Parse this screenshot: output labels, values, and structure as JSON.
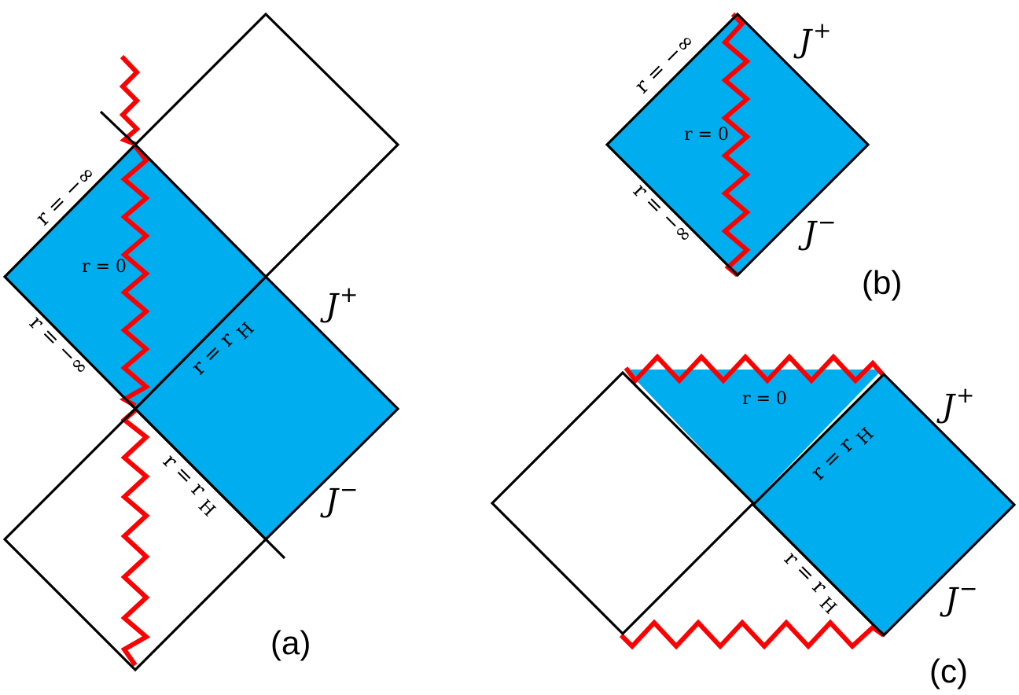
{
  "colors": {
    "region": "#00aeef",
    "singularity": "#ff0000",
    "lines": "#000000"
  },
  "diagram_a": {
    "caption": "(a)",
    "r_0": "r = 0",
    "r_minus_inf_top": "r = −∞",
    "r_minus_inf_bottom": "r = −∞",
    "r_rh_upper": "r = r",
    "r_rh_upper_sub": "H",
    "r_rh_lower": "r = r",
    "r_rh_lower_sub": "H",
    "scri_plus": "Ј",
    "scri_plus_sup": "+",
    "scri_minus": "Ј",
    "scri_minus_sup": "−"
  },
  "diagram_b": {
    "caption": "(b)",
    "r_0": "r = 0",
    "r_minus_inf_top": "r = −∞",
    "r_minus_inf_bottom": "r = −∞",
    "scri_plus": "Ј",
    "scri_plus_sup": "+",
    "scri_minus": "Ј",
    "scri_minus_sup": "−"
  },
  "diagram_c": {
    "caption": "(c)",
    "r_0": "r = 0",
    "r_rh_upper": "r = r",
    "r_rh_upper_sub": "H",
    "r_rh_lower": "r = r",
    "r_rh_lower_sub": "H",
    "scri_plus": "Ј",
    "scri_plus_sup": "+",
    "scri_minus": "Ј",
    "scri_minus_sup": "−"
  }
}
